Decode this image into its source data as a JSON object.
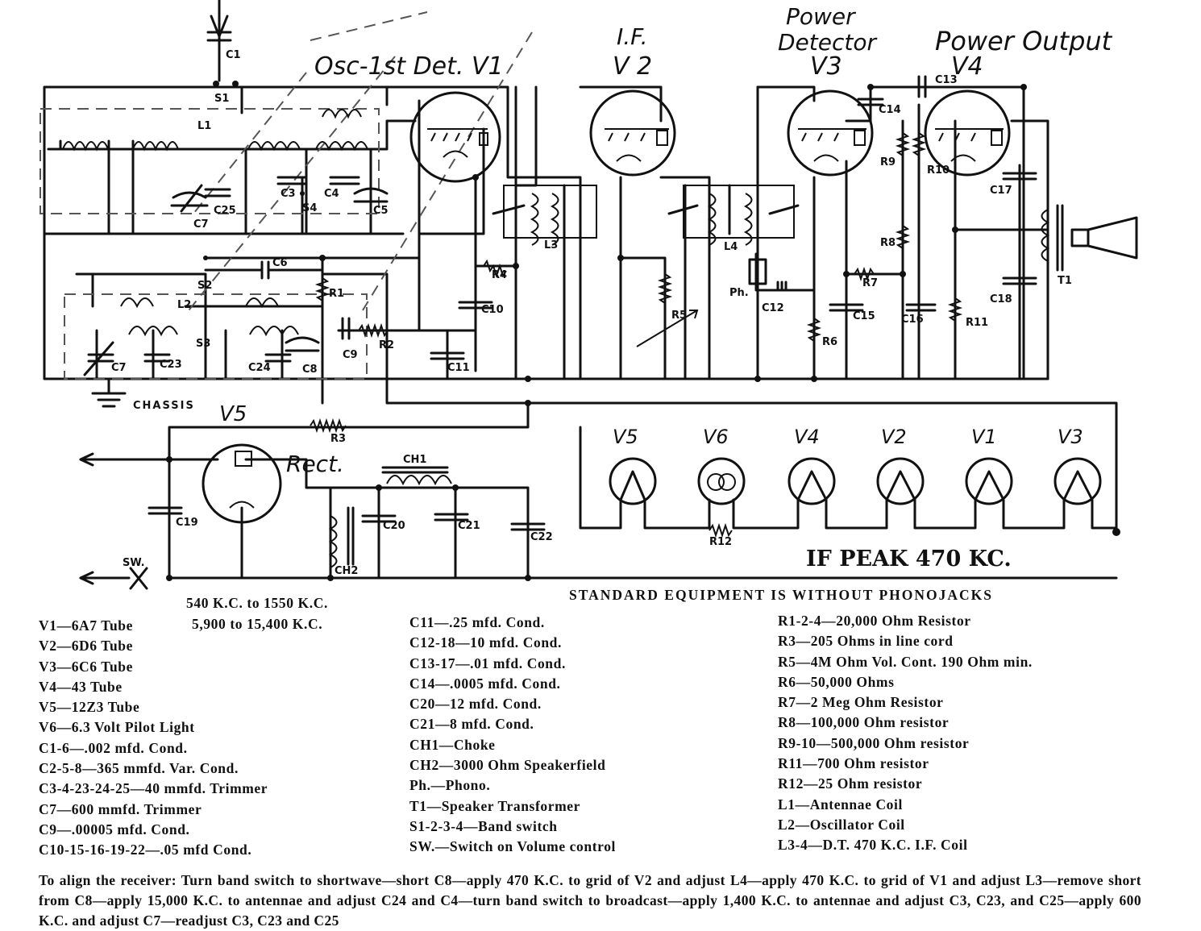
{
  "schematic": {
    "stage_labels": {
      "v1": "Osc-1st Det. V1",
      "v2_top": "I.F.",
      "v2": "V 2",
      "v3_top": "Power",
      "v3_mid": "Detector",
      "v3": "V3",
      "v4_top": "Power Output",
      "v4": "V4",
      "v5": "V5",
      "rect": "Rect."
    },
    "component_labels": [
      "C1",
      "S1",
      "L1",
      "C3",
      "C4",
      "S4",
      "C5",
      "C7",
      "C25",
      "C6",
      "S2",
      "L2",
      "R1",
      "C7",
      "C23",
      "S3",
      "C24",
      "C8",
      "C9",
      "R2",
      "R4",
      "C10",
      "C11",
      "L3",
      "R5",
      "L4",
      "Ph.",
      "C12",
      "R6",
      "C13",
      "C14",
      "R9",
      "R10",
      "R8",
      "R7",
      "C15",
      "C16",
      "R11",
      "C17",
      "C18",
      "T1",
      "R3",
      "CH1",
      "CH2",
      "C19",
      "C20",
      "C21",
      "C22",
      "R12",
      "SW."
    ],
    "chassis": "CHASSIS",
    "pilot_labels": [
      "V5",
      "V6",
      "V4",
      "V2",
      "V1",
      "V3"
    ],
    "if_peak": "IF PEAK 470 KC."
  },
  "standard_note": "STANDARD EQUIPMENT IS WITHOUT PHONOJACKS",
  "band_ranges": [
    "540 K.C. to 1550 K.C.",
    "5,900 to 15,400 K.C."
  ],
  "parts_col1": [
    "V1—6A7 Tube",
    "V2—6D6 Tube",
    "V3—6C6 Tube",
    "V4—43 Tube",
    "V5—12Z3 Tube",
    "V6—6.3 Volt Pilot Light",
    "C1-6—.002 mfd. Cond.",
    "C2-5-8—365 mmfd. Var. Cond.",
    "C3-4-23-24-25—40 mmfd. Trimmer",
    "C7—600 mmfd. Trimmer",
    "C9—.00005 mfd. Cond.",
    "C10-15-16-19-22—.05 mfd Cond."
  ],
  "parts_col2": [
    "C11—.25 mfd. Cond.",
    "C12-18—10 mfd. Cond.",
    "C13-17—.01 mfd. Cond.",
    "C14—.0005 mfd. Cond.",
    "C20—12 mfd. Cond.",
    "C21—8 mfd. Cond.",
    "CH1—Choke",
    "CH2—3000 Ohm Speakerfield",
    "Ph.—Phono.",
    "T1—Speaker Transformer",
    "S1-2-3-4—Band switch",
    "SW.—Switch on Volume control"
  ],
  "parts_col3": [
    "R1-2-4—20,000 Ohm Resistor",
    "R3—205 Ohms in line cord",
    "R5—4M Ohm Vol. Cont. 190 Ohm min.",
    "R6—50,000 Ohms",
    "R7—2 Meg Ohm Resistor",
    "R8—100,000 Ohm resistor",
    "R9-10—500,000 Ohm resistor",
    "R11—700 Ohm resistor",
    "R12—25 Ohm resistor",
    "L1—Antennae Coil",
    "L2—Oscillator Coil",
    "L3-4—D.T. 470 K.C. I.F. Coil"
  ],
  "alignment": "To align the receiver: Turn band switch to shortwave—short C8—apply 470 K.C. to grid of V2 and adjust L4—apply 470 K.C. to grid of V1 and adjust L3—remove short from C8—apply 15,000 K.C. to antennae and adjust C24 and C4—turn band switch to broadcast—apply 1,400 K.C. to antennae and adjust C3, C23, and C25—apply 600 K.C. and adjust C7—readjust C3, C23 and C25"
}
